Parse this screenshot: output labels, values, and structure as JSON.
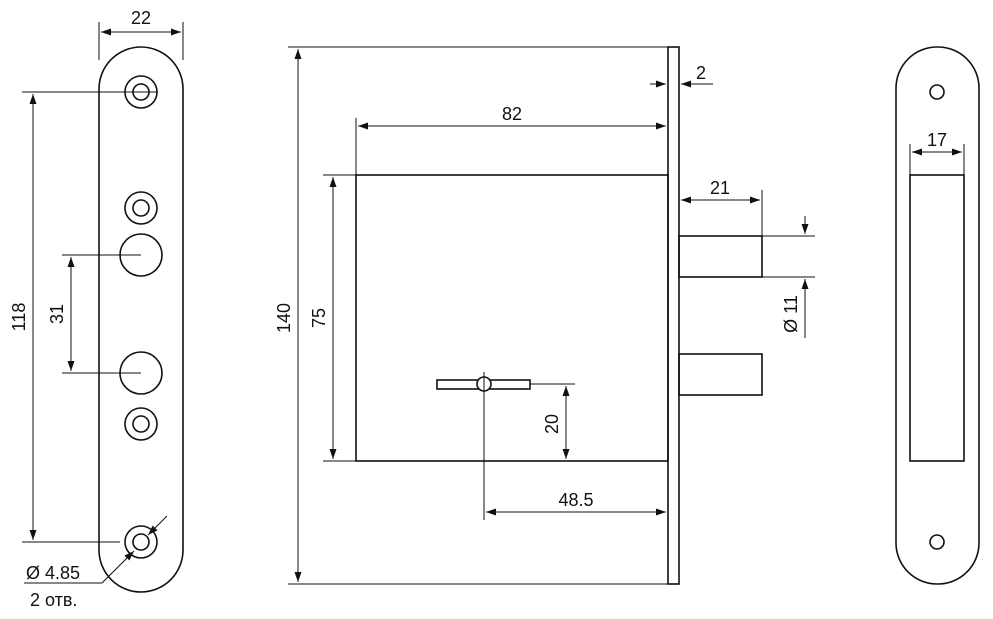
{
  "drawing": {
    "left_plate": {
      "width_dim": "22",
      "height_dim": "118",
      "spacing_dim": "31",
      "hole_dim": "Ø 4.85",
      "hole_note": "2 отв."
    },
    "body": {
      "height_dim": "140",
      "inner_height_dim": "75",
      "depth_dim": "82",
      "faceplate_dim": "2",
      "bolt_length_dim": "21",
      "bolt_diameter_dim": "Ø 11",
      "key_offset_dim": "20",
      "backset_dim": "48.5"
    },
    "strike_plate": {
      "slot_width_dim": "17"
    }
  }
}
